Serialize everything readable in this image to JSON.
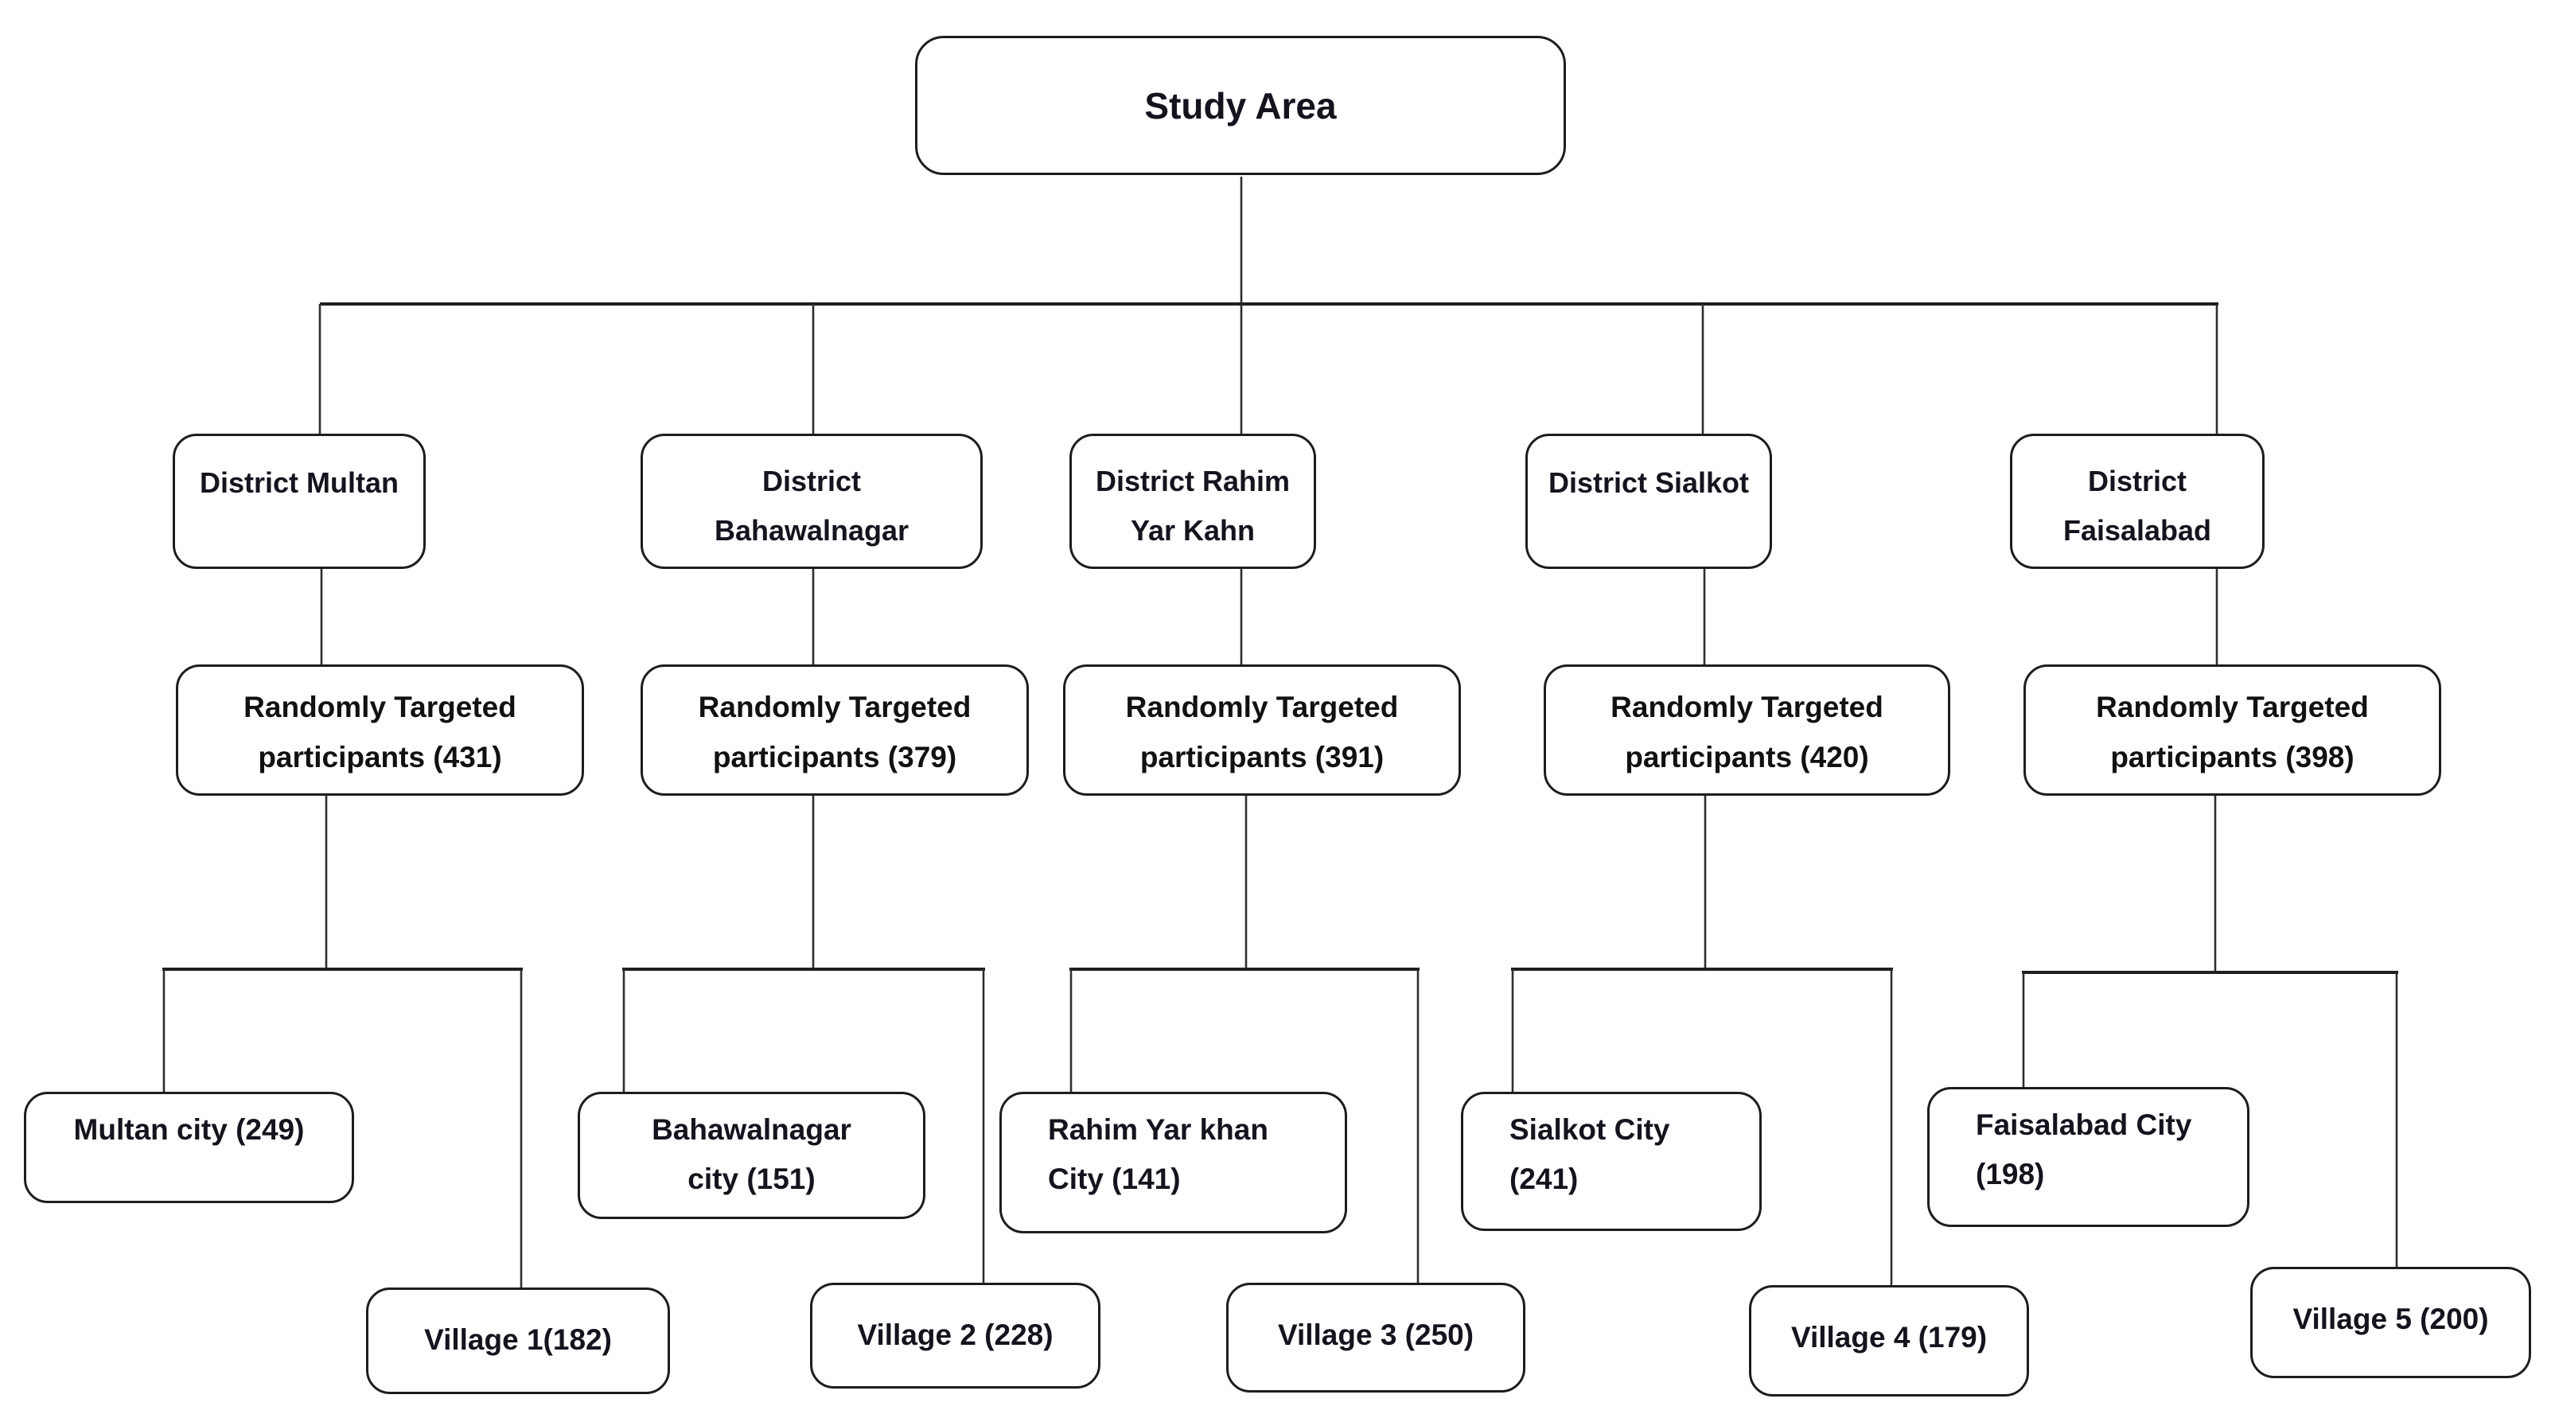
{
  "root": {
    "label": "Study Area"
  },
  "groups": [
    {
      "district": {
        "lines": [
          "District Multan"
        ]
      },
      "participants": {
        "lines": [
          "Randomly Targeted",
          "participants (431)"
        ],
        "count": 431
      },
      "city": {
        "lines": [
          "Multan city (249)"
        ],
        "count": 249
      },
      "village": {
        "lines": [
          "Village 1(182)"
        ],
        "count": 182
      }
    },
    {
      "district": {
        "lines": [
          "District",
          "Bahawalnagar"
        ]
      },
      "participants": {
        "lines": [
          "Randomly Targeted",
          "participants (379)"
        ],
        "count": 379
      },
      "city": {
        "lines": [
          "Bahawalnagar",
          "city (151)"
        ],
        "count": 151
      },
      "village": {
        "lines": [
          "Village 2 (228)"
        ],
        "count": 228
      }
    },
    {
      "district": {
        "lines": [
          "District Rahim",
          "Yar Kahn"
        ]
      },
      "participants": {
        "lines": [
          "Randomly Targeted",
          "participants (391)"
        ],
        "count": 391
      },
      "city": {
        "lines": [
          "Rahim Yar khan",
          "City (141)"
        ],
        "count": 141
      },
      "village": {
        "lines": [
          "Village 3 (250)"
        ],
        "count": 250
      }
    },
    {
      "district": {
        "lines": [
          "District Sialkot"
        ]
      },
      "participants": {
        "lines": [
          "Randomly Targeted",
          "participants (420)"
        ],
        "count": 420
      },
      "city": {
        "lines": [
          "Sialkot City",
          "(241)"
        ],
        "count": 241
      },
      "village": {
        "lines": [
          "Village 4 (179)"
        ],
        "count": 179
      }
    },
    {
      "district": {
        "lines": [
          "District",
          "Faisalabad"
        ]
      },
      "participants": {
        "lines": [
          "Randomly Targeted",
          "participants (398)"
        ],
        "count": 398
      },
      "city": {
        "lines": [
          "Faisalabad City",
          "(198)"
        ],
        "count": 198
      },
      "village": {
        "lines": [
          "Village 5 (200)"
        ],
        "count": 200
      }
    }
  ],
  "colors": {
    "background": "#ffffff",
    "box_fill": "#ffffff",
    "box_border": "#1d1d1d",
    "line": "#2e2e2e",
    "text": "#14141e"
  }
}
